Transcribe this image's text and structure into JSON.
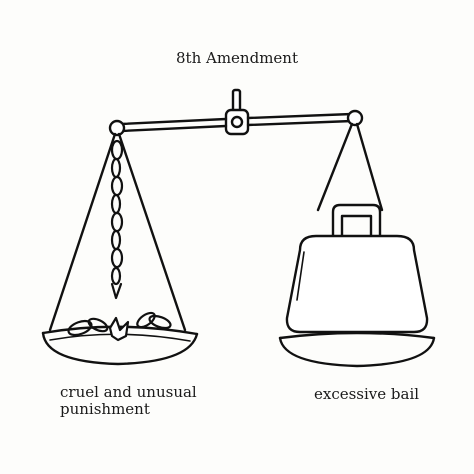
{
  "title": "8th Amendment",
  "left_pan": {
    "label_line1": "cruel and unusual",
    "label_line2": "punishment",
    "contents": "broken-chain"
  },
  "right_pan": {
    "label": "excessive bail",
    "contents": "weight"
  },
  "colors": {
    "ink": "#111111",
    "background": "#fdfdfb"
  }
}
